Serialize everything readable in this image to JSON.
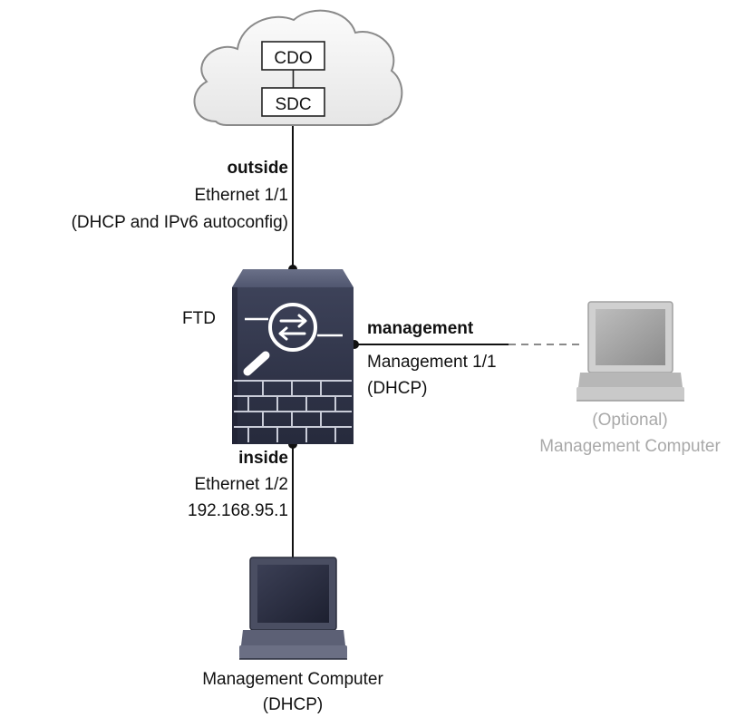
{
  "cloud": {
    "top_box": "CDO",
    "bottom_box": "SDC"
  },
  "outside": {
    "name": "outside",
    "interface": "Ethernet 1/1",
    "addressing": "(DHCP and IPv6 autoconfig)"
  },
  "firewall": {
    "label": "FTD"
  },
  "management": {
    "name": "management",
    "interface": "Management 1/1",
    "addressing": "(DHCP)"
  },
  "optional_computer": {
    "line1": "(Optional)",
    "line2": "Management Computer"
  },
  "inside": {
    "name": "inside",
    "interface": "Ethernet 1/2",
    "address": "192.168.95.1"
  },
  "management_computer": {
    "line1": "Management Computer",
    "line2": "(DHCP)"
  },
  "colors": {
    "device_dark": "#2b2f44",
    "device_mid": "#40455e",
    "cloud_fill": "#f2f2f2",
    "cloud_stroke": "#8a8a8a",
    "optional_grey": "#a9a9a9"
  },
  "icons": [
    "cloud-icon",
    "firewall-icon",
    "laptop-icon"
  ]
}
